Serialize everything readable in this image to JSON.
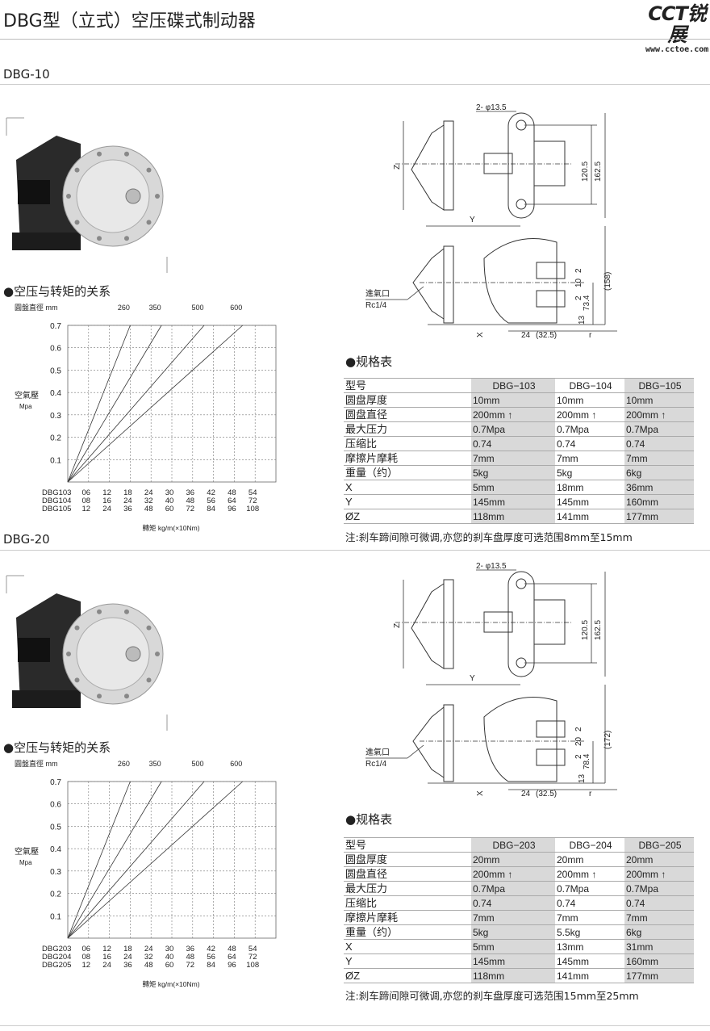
{
  "header": {
    "title": "DBG型（立式）空压碟式制动器",
    "logo_mark": "CCT锐展",
    "logo_url": "www.cctoe.com"
  },
  "sections": [
    {
      "name": "DBG-10",
      "chart_heading": "●空压与转矩的关系",
      "spec_heading": "●规格表",
      "drawing": {
        "hole": "2- φ13.5",
        "z": "Z",
        "d1": "120.5",
        "d2": "162.5",
        "y": "Y",
        "inlet": "進氣口",
        "inlet_thread": "Rc1/4",
        "gap": "2",
        "shaft": "10",
        "gap2": "2",
        "h1": "(158)",
        "h2": "73.4",
        "h3": "13",
        "x": "X",
        "w1": "24",
        "w2": "(32.5)",
        "r": "r"
      },
      "table": {
        "rows": [
          [
            "型号",
            "DBG−103",
            "DBG−104",
            "DBG−105"
          ],
          [
            "圆盘厚度",
            "10mm",
            "10mm",
            "10mm"
          ],
          [
            "圆盘直径",
            "200mm ↑",
            "200mm ↑",
            "200mm ↑"
          ],
          [
            "最大压力",
            "0.7Mpa",
            "0.7Mpa",
            "0.7Mpa"
          ],
          [
            "压缩比",
            "0.74",
            "0.74",
            "0.74"
          ],
          [
            "摩擦片摩耗",
            "7mm",
            "7mm",
            "7mm"
          ],
          [
            "重量（约）",
            "5kg",
            "5kg",
            "6kg"
          ],
          [
            "X",
            "5mm",
            "18mm",
            "36mm"
          ],
          [
            "Y",
            "145mm",
            "145mm",
            "160mm"
          ],
          [
            "ØZ",
            "118mm",
            "141mm",
            "177mm"
          ]
        ]
      },
      "note": "注:刹车蹄间隙可微调,亦您的刹车盘厚度可选范围8mm至15mm"
    },
    {
      "name": "DBG-20",
      "chart_heading": "●空压与转矩的关系",
      "spec_heading": "●规格表",
      "drawing": {
        "hole": "2- φ13.5",
        "z": "Z",
        "d1": "120.5",
        "d2": "162.5",
        "y": "Y",
        "inlet": "進氣口",
        "inlet_thread": "Rc1/4",
        "gap": "2",
        "shaft": "20",
        "gap2": "2",
        "h1": "(172)",
        "h2": "78.4",
        "h3": "13",
        "x": "X",
        "w1": "24",
        "w2": "(32.5)",
        "r": "r"
      },
      "table": {
        "rows": [
          [
            "型号",
            "DBG−203",
            "DBG−204",
            "DBG−205"
          ],
          [
            "圆盘厚度",
            "20mm",
            "20mm",
            "20mm"
          ],
          [
            "圆盘直径",
            "200mm ↑",
            "200mm ↑",
            "200mm ↑"
          ],
          [
            "最大压力",
            "0.7Mpa",
            "0.7Mpa",
            "0.7Mpa"
          ],
          [
            "压缩比",
            "0.74",
            "0.74",
            "0.74"
          ],
          [
            "摩擦片摩耗",
            "7mm",
            "7mm",
            "7mm"
          ],
          [
            "重量（约）",
            "5kg",
            "5.5kg",
            "6kg"
          ],
          [
            "X",
            "5mm",
            "13mm",
            "31mm"
          ],
          [
            "Y",
            "145mm",
            "145mm",
            "160mm"
          ],
          [
            "ØZ",
            "118mm",
            "141mm",
            "177mm"
          ]
        ]
      },
      "note": "注:刹车蹄间隙可微调,亦您的刹车盘厚度可选范围15mm至25mm"
    }
  ],
  "chart_data": [
    {
      "type": "line",
      "title": "圓盤直徑 mm",
      "ylabel": "空氣壓",
      "yunit": "Mpa",
      "xlabel": "轉矩 kg/m(×10Nm)",
      "ylim": [
        0,
        0.7
      ],
      "yticks": [
        "0.1",
        "0.2",
        "0.3",
        "0.4",
        "0.5",
        "0.6",
        "0.7"
      ],
      "xrows": [
        {
          "name": "DBG103",
          "ticks": [
            "06",
            "12",
            "18",
            "24",
            "30",
            "36",
            "42",
            "48",
            "54"
          ]
        },
        {
          "name": "DBG104",
          "ticks": [
            "08",
            "16",
            "24",
            "32",
            "40",
            "48",
            "56",
            "64",
            "72"
          ]
        },
        {
          "name": "DBG105",
          "ticks": [
            "12",
            "24",
            "36",
            "48",
            "60",
            "72",
            "84",
            "96",
            "108"
          ]
        }
      ],
      "xlim_DBG103": [
        0,
        60
      ],
      "grid": true,
      "series": [
        {
          "name": "260",
          "x_at_0.7": 18
        },
        {
          "name": "350",
          "x_at_0.7": 27
        },
        {
          "name": "500",
          "x_at_0.7": 39.3
        },
        {
          "name": "600",
          "x_at_0.7": 50.4
        }
      ]
    },
    {
      "type": "line",
      "title": "圓盤直徑 mm",
      "ylabel": "空氣壓",
      "yunit": "Mpa",
      "xlabel": "轉矩 kg/m(×10Nm)",
      "ylim": [
        0,
        0.7
      ],
      "yticks": [
        "0.1",
        "0.2",
        "0.3",
        "0.4",
        "0.5",
        "0.6",
        "0.7"
      ],
      "xrows": [
        {
          "name": "DBG203",
          "ticks": [
            "06",
            "12",
            "18",
            "24",
            "30",
            "36",
            "42",
            "48",
            "54"
          ]
        },
        {
          "name": "DBG204",
          "ticks": [
            "08",
            "16",
            "24",
            "32",
            "40",
            "48",
            "56",
            "64",
            "72"
          ]
        },
        {
          "name": "DBG205",
          "ticks": [
            "12",
            "24",
            "36",
            "48",
            "60",
            "72",
            "84",
            "96",
            "108"
          ]
        }
      ],
      "xlim_DBG203": [
        0,
        60
      ],
      "grid": true,
      "series": [
        {
          "name": "260",
          "x_at_0.7": 18
        },
        {
          "name": "350",
          "x_at_0.7": 27
        },
        {
          "name": "500",
          "x_at_0.7": 39.3
        },
        {
          "name": "600",
          "x_at_0.7": 50.4
        }
      ]
    }
  ]
}
